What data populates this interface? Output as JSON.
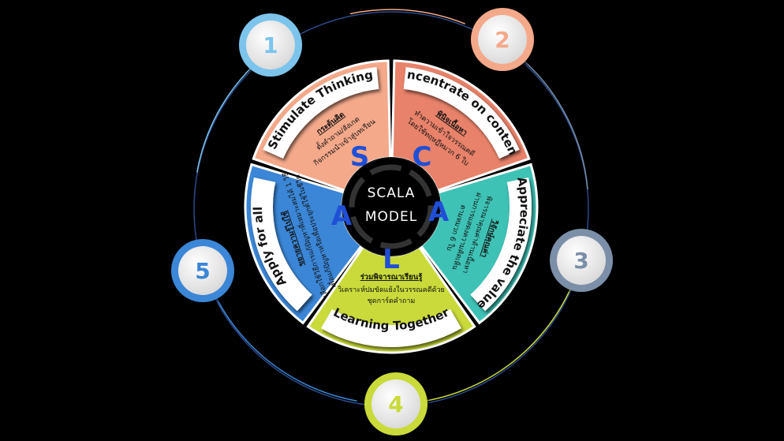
{
  "center": {
    "line1": "SCALA",
    "line2": "MODEL"
  },
  "letters": {
    "s": "S",
    "c": "C",
    "a_right": "A",
    "l": "L",
    "a_left": "A"
  },
  "colors": {
    "s": "#f4a98a",
    "c": "#e8826a",
    "a_right": "#3ec2b5",
    "l": "#c9da3a",
    "a_left": "#3b86d6",
    "ring": "#2c4a8a",
    "letter": "#1f4fd6"
  },
  "segments": [
    {
      "key": "stimulate",
      "title": "Stimulate Thinking",
      "head": "กระตุ้นคิด",
      "lines": [
        "ตั้งคำถาม/สังเกต",
        "กิจกรรมนำเข้าสู่บทเรียน"
      ]
    },
    {
      "key": "concentrate",
      "title": "Concentrate on contents",
      "head": "พินิจเนื้อหา",
      "lines": [
        "ทำความเข้าใจวรรณคดี",
        "โดยใช้ทฤษฎีหมวก 6 ใบ"
      ]
    },
    {
      "key": "appreciate",
      "title": "Appreciate the value",
      "head": "วิจักษ์คุณค่า",
      "lines": [
        "พิจารณาคุณค่าด้านเนื้อหา",
        "ผ่านการแสดงความคิดเห็น",
        "ตามหมวก 6 ใบ"
      ]
    },
    {
      "key": "learning",
      "title": "Learning Together",
      "head": "ร่วมพิจารณาเรียนรู้",
      "lines": [
        "วิเคราะห์ปมขัดแย้งในวรรณคดีด้วย",
        "ชุดการ์ดคำถาม"
      ]
    },
    {
      "key": "apply",
      "title": "Apply for all",
      "head": "ขยายความรู้ไปใช้",
      "lines": [
        "เลือกใช้วิธีการแก้ปัญหาที่เหมาะสมได้ 1 วิธี",
        "เพื่อแก้ปัญหาหรือเพื่อประยุกต์ใช้ในชีวิต"
      ]
    }
  ],
  "numbers": [
    {
      "label": "1",
      "color": "#7cc4ec"
    },
    {
      "label": "2",
      "color": "#f4a98a"
    },
    {
      "label": "3",
      "color": "#7c8fa8"
    },
    {
      "label": "4",
      "color": "#c9da3a"
    },
    {
      "label": "5",
      "color": "#3b86d6"
    }
  ]
}
